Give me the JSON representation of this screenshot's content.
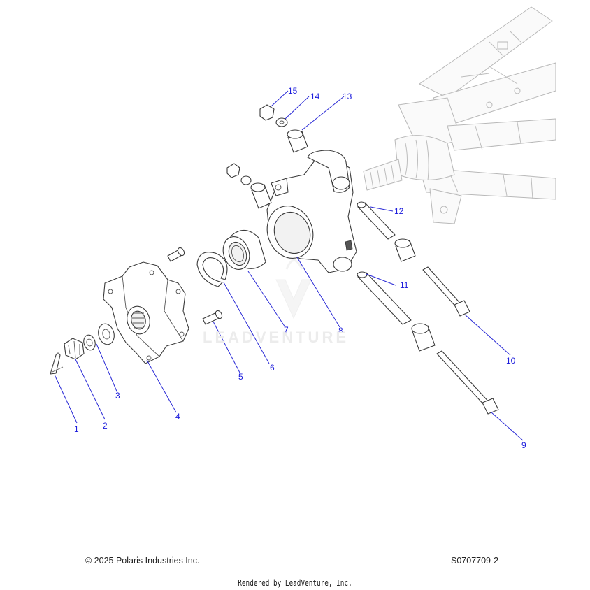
{
  "diagram": {
    "callouts": [
      "1",
      "2",
      "3",
      "4",
      "5",
      "6",
      "7",
      "8",
      "9",
      "10",
      "11",
      "12",
      "13",
      "14",
      "15"
    ],
    "watermark": "LEADVENTURE"
  },
  "footer": {
    "copyright": "© 2025 Polaris Industries Inc.",
    "drawing_id": "S0707709-2",
    "rendered_by": "Rendered by LeadVenture, Inc."
  }
}
